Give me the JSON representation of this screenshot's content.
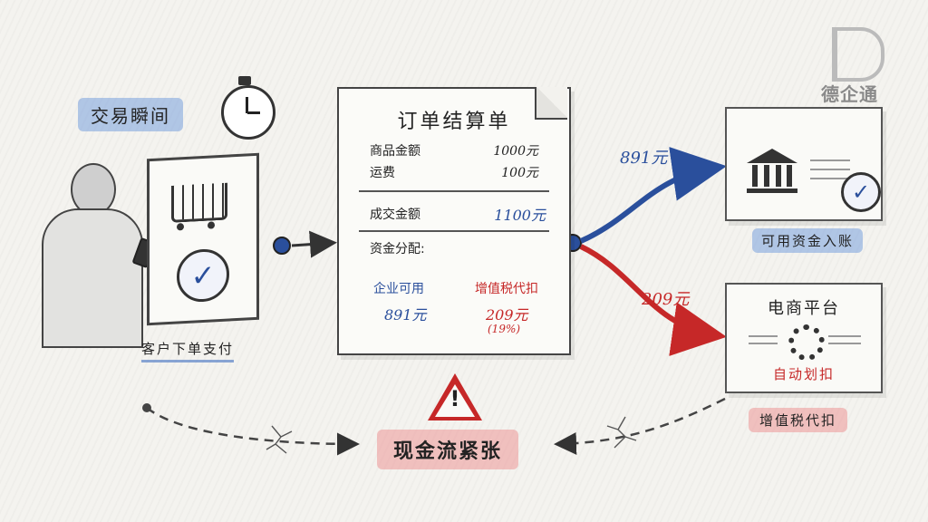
{
  "logo": {
    "name": "德企通"
  },
  "moment": {
    "tag": "交易瞬间"
  },
  "customer": {
    "label": "客户下单支付"
  },
  "order": {
    "title": "订单结算单",
    "lines": [
      {
        "label": "商品金额",
        "value": "1000元"
      },
      {
        "label": "运费",
        "value": "100元"
      }
    ],
    "total_label": "成交金额",
    "total_value": "1100元",
    "allocation_label": "资金分配:",
    "available_label": "企业可用",
    "available_value": "891元",
    "vat_label": "增值税代扣",
    "vat_value": "209元",
    "vat_rate": "(19%)"
  },
  "flows": {
    "to_company": "891元",
    "to_platform": "209元"
  },
  "company_panel": {
    "caption": "可用资金入账"
  },
  "platform_panel": {
    "title": "电商平台",
    "action": "自动划扣",
    "caption": "增值税代扣"
  },
  "warning": {
    "label": "现金流紧张"
  },
  "colors": {
    "blue": "#2a4f9c",
    "red": "#c62828"
  }
}
